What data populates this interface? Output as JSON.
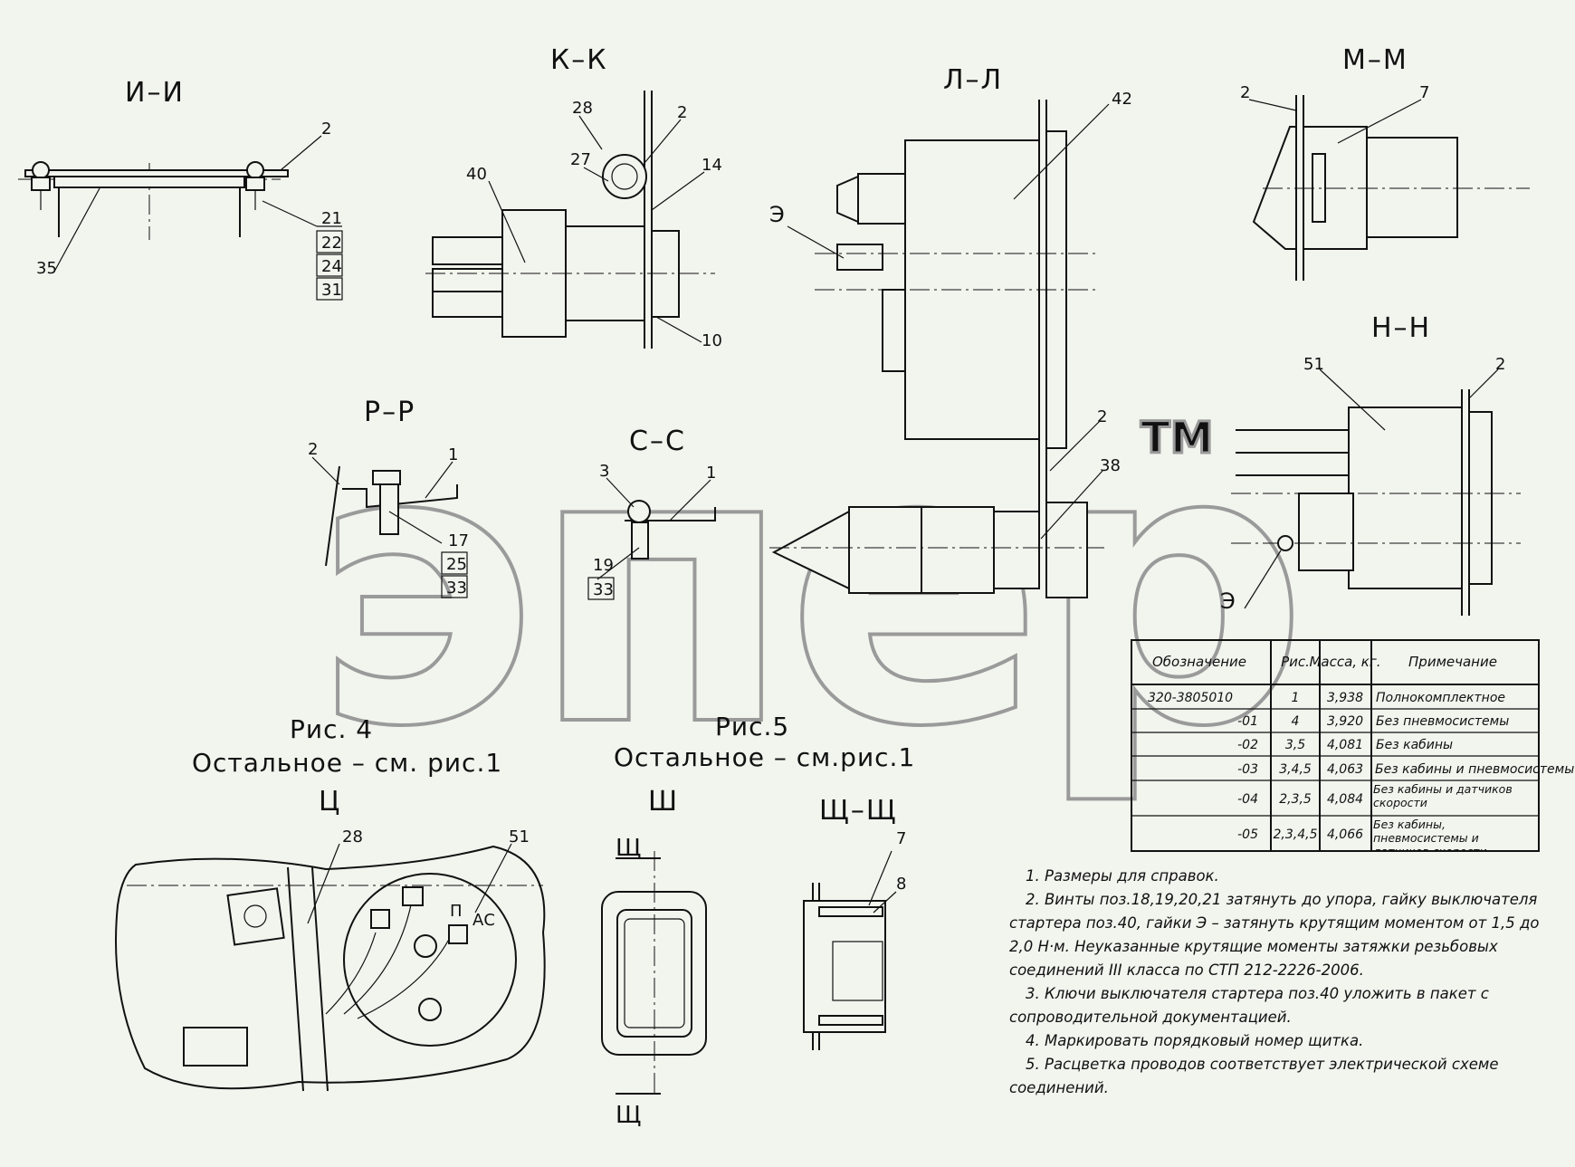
{
  "sections": {
    "i": "И–И",
    "k": "К–К",
    "l": "Л–Л",
    "m": "М–М",
    "n": "Н–Н",
    "r": "Р–Р",
    "s": "С–С",
    "ts": "Ц",
    "sh": "Ш",
    "shch": "Щ–Щ",
    "shch_mark_top": "Щ",
    "shch_mark_bottom": "Щ"
  },
  "captions": {
    "fig4_title": "Рис. 4",
    "fig4_note": "Остальное – см. рис.1",
    "fig5_title": "Рис.5",
    "fig5_note": "Остальное – см.рис.1"
  },
  "callouts": {
    "i_2": "2",
    "i_21": "21",
    "i_22": "22",
    "i_24": "24",
    "i_31": "31",
    "i_35": "35",
    "k_28": "28",
    "k_2": "2",
    "k_27": "27",
    "k_14": "14",
    "k_40": "40",
    "k_10": "10",
    "l_42": "42",
    "l_e": "Э",
    "l_2": "2",
    "l_38": "38",
    "m_2": "2",
    "m_7": "7",
    "n_51": "51",
    "n_2": "2",
    "n_e": "Э",
    "r_2": "2",
    "r_1": "1",
    "r_17": "17",
    "r_25": "25",
    "r_33": "33",
    "s_3": "3",
    "s_1": "1",
    "s_19": "19",
    "s_33": "33",
    "ts_28": "28",
    "ts_51": "51",
    "ts_p": "П",
    "ts_ac": "АС",
    "shch_7": "7",
    "shch_8": "8"
  },
  "watermark": {
    "text": "эпер",
    "tm": "TM"
  },
  "table": {
    "headers": [
      "Обозначение",
      "Рис.",
      "Масса, кг.",
      "Примечание"
    ],
    "rows": [
      [
        "320-3805010",
        "1",
        "3,938",
        "Полнокомплектное"
      ],
      [
        "-01",
        "4",
        "3,920",
        "Без пневмосистемы"
      ],
      [
        "-02",
        "3,5",
        "4,081",
        "Без кабины"
      ],
      [
        "-03",
        "3,4,5",
        "4,063",
        "Без кабины и пневмосистемы"
      ],
      [
        "-04",
        "2,3,5",
        "4,084",
        "Без кабины и датчиков скорости"
      ],
      [
        "-05",
        "2,3,4,5",
        "4,066",
        "Без кабины, пневмосистемы и датчиков скорости"
      ]
    ]
  },
  "notes": [
    "1. Размеры для справок.",
    "2. Винты поз.18,19,20,21 затянуть до упора, гайку выключателя стартера поз.40, гайки Э – затянуть крутящим моментом от 1,5 до 2,0 Н·м. Неуказанные крутящие моменты затяжки резьбовых соединений III класса по СТП 212-2226-2006.",
    "3. Ключи выключателя стартера поз.40 уложить в пакет с сопроводительной документацией.",
    "4. Маркировать порядковый номер щитка.",
    "5. Расцветка проводов соответствует электрической схеме соединений."
  ]
}
